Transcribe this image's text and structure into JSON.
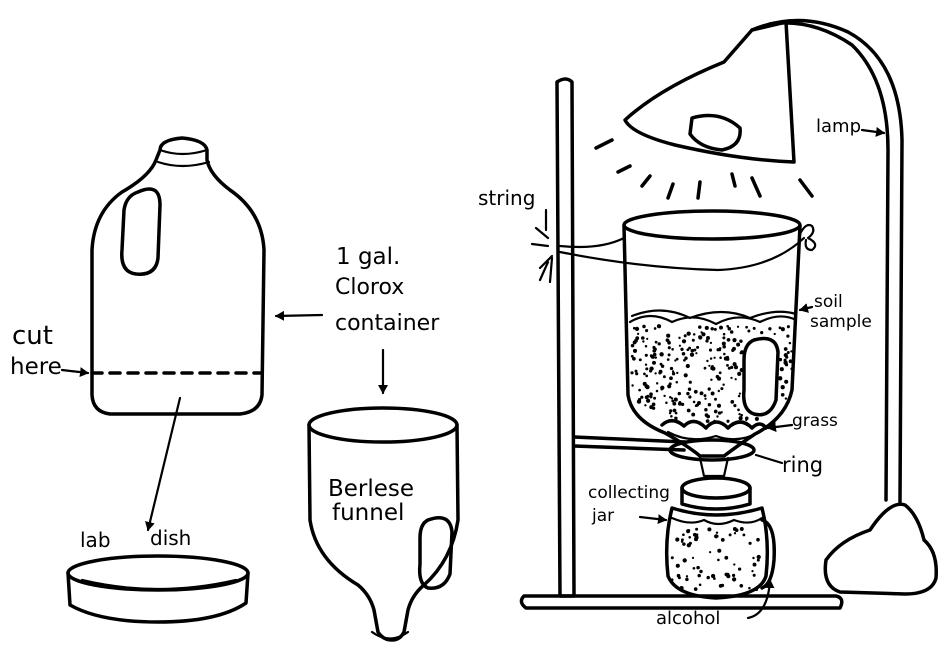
{
  "labels": {
    "one_gal": "1 gal.",
    "clorox": "Clorox",
    "container": "container",
    "cut": "cut",
    "here": "here",
    "lab": "lab",
    "dish": "dish",
    "berlese": "Berlese",
    "funnel": "funnel",
    "string": "string",
    "lamp": "lamp",
    "soil": "soil",
    "sample": "sample",
    "grass": "grass",
    "ring": "ring",
    "collecting": "collecting",
    "jar": "jar",
    "alcohol": "alcohol"
  }
}
